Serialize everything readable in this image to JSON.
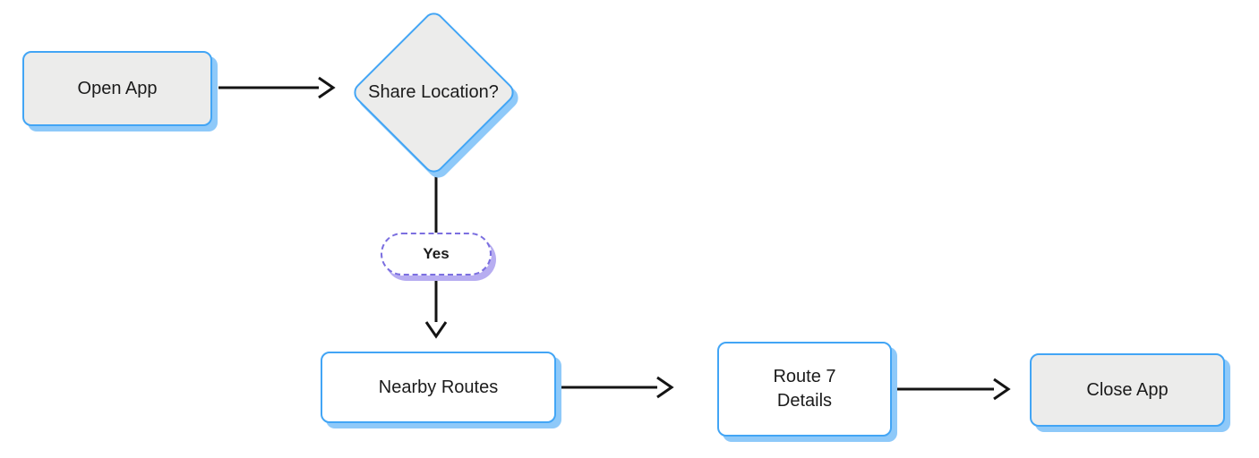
{
  "diagram": {
    "type": "flowchart",
    "nodes": [
      {
        "id": "open-app",
        "label": "Open App",
        "shape": "rounded-rect",
        "variant": "gray"
      },
      {
        "id": "share-location",
        "label": "Share Location?",
        "shape": "diamond",
        "variant": "gray"
      },
      {
        "id": "yes",
        "label": "Yes",
        "shape": "pill",
        "variant": "dashed-purple"
      },
      {
        "id": "nearby-routes",
        "label": "Nearby Routes",
        "shape": "rounded-rect",
        "variant": "white"
      },
      {
        "id": "route-7-details",
        "label": "Route 7\nDetails",
        "shape": "rounded-rect",
        "variant": "white"
      },
      {
        "id": "close-app",
        "label": "Close App",
        "shape": "rounded-rect",
        "variant": "gray"
      }
    ],
    "edges": [
      {
        "from": "open-app",
        "to": "share-location",
        "arrowhead": true
      },
      {
        "from": "share-location",
        "to": "yes",
        "arrowhead": false
      },
      {
        "from": "yes",
        "to": "nearby-routes",
        "arrowhead": true
      },
      {
        "from": "nearby-routes",
        "to": "route-7-details",
        "arrowhead": true
      },
      {
        "from": "route-7-details",
        "to": "close-app",
        "arrowhead": true
      }
    ],
    "colors": {
      "node_border_blue": "#42a5f5",
      "node_shadow_blue": "#8ec9f9",
      "pill_border_purple": "#7b6fe0",
      "pill_shadow_purple": "#b7adf1",
      "node_fill_gray": "#ececeb",
      "node_fill_white": "#ffffff",
      "connector_black": "#141414",
      "text_color": "#1b1b1b",
      "canvas_bg": "#ffffff"
    }
  }
}
